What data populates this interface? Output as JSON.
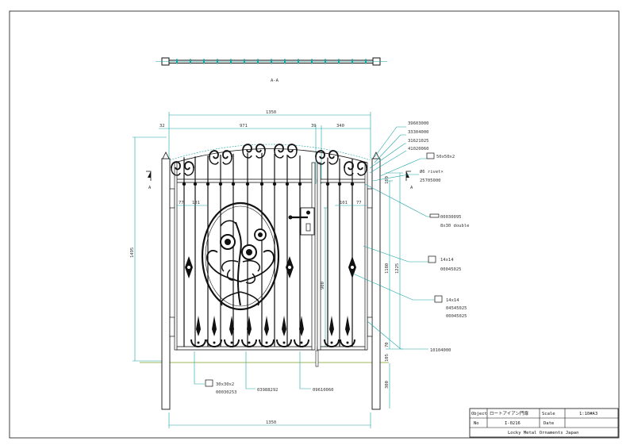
{
  "section": {
    "label": "A-A"
  },
  "dimensions": {
    "overall_width_top": "1350",
    "left_offset": "32",
    "main_leaf": "971",
    "gap": "39",
    "small_leaf": "340",
    "left_height": "1495",
    "inner_height_a": "1180",
    "inner_height_b": "1225",
    "handle_height": "900",
    "top_small": "150",
    "bottom_gap_a": "70",
    "bottom_gap_b": "105",
    "foundation": "300",
    "rail_left_a": "77",
    "rail_left_b": "101",
    "rail_right_a": "101",
    "rail_right_b": "77",
    "overall_width_bottom": "1350"
  },
  "section_marks": {
    "left": "A",
    "right": "A"
  },
  "callouts": {
    "c1": "39603000",
    "c2": "33304000",
    "c3": "31621025",
    "c4": "41020060",
    "c5": "50x50x2",
    "c6": "Ø6 rivet×",
    "c7": "25705000",
    "c8": "00030095",
    "c9": "8x30 double",
    "c10": "14x14",
    "c11": "00045025",
    "c12": "14x14",
    "c13": "04545025",
    "c14": "00045025",
    "c15": "10104000",
    "b1a": "30x30x2",
    "b1b": "00030253",
    "b2": "03988292",
    "b3": "09610060"
  },
  "title_block": {
    "object_label": "Object",
    "object_value": "ロートアイアン門扉",
    "scale_label": "Scale",
    "scale_value": "1:10#A3",
    "no_label": "No",
    "no_value": "I-0216",
    "date_label": "Date",
    "date_value": "",
    "company": "Locky Metal Ornaments Japan"
  }
}
